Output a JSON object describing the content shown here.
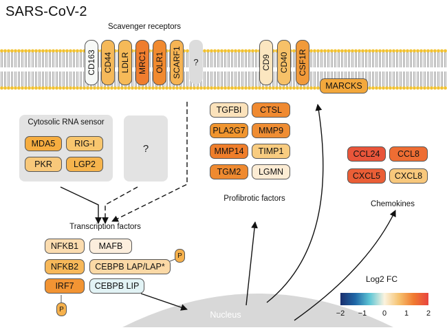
{
  "title": "SARS-CoV-2",
  "scavenger": {
    "heading": "Scavenger receptors",
    "receptors": [
      {
        "label": "CD163",
        "color": "#f7f9f7"
      },
      {
        "label": "CD44",
        "color": "#f5b95a"
      },
      {
        "label": "LDLR",
        "color": "#f6ba58"
      },
      {
        "label": "MRC1",
        "color": "#ef7d2e"
      },
      {
        "label": "OLR1",
        "color": "#f18a2f"
      },
      {
        "label": "SCARF1",
        "color": "#f6b454"
      }
    ],
    "unknown": "?"
  },
  "other_receptors": [
    {
      "label": "CD9",
      "color": "#fbe6c0"
    },
    {
      "label": "CD40",
      "color": "#f7c168"
    },
    {
      "label": "CSF1R",
      "color": "#f19a3a"
    }
  ],
  "marcks": {
    "label": "MARCKS",
    "color": "#f3a83c"
  },
  "cytosolic": {
    "heading": "Cytosolic RNA sensor",
    "items": [
      {
        "label": "MDA5",
        "color": "#f6ad40"
      },
      {
        "label": "RIG-I",
        "color": "#f8c66e"
      },
      {
        "label": "PKR",
        "color": "#f8c87a"
      },
      {
        "label": "LGP2",
        "color": "#f6b44d"
      }
    ],
    "unknown": "?"
  },
  "profibrotic": {
    "heading": "Profibrotic factors",
    "items": [
      {
        "label": "TGFBI",
        "color": "#fbe2bb"
      },
      {
        "label": "CTSL",
        "color": "#f08a31"
      },
      {
        "label": "PLA2G7",
        "color": "#f0952f"
      },
      {
        "label": "MMP9",
        "color": "#ef8d33"
      },
      {
        "label": "MMP14",
        "color": "#ef7e2b"
      },
      {
        "label": "TIMP1",
        "color": "#f8cc80"
      },
      {
        "label": "TGM2",
        "color": "#ef8a30"
      },
      {
        "label": "LGMN",
        "color": "#fcecd4"
      }
    ]
  },
  "chemokines": {
    "heading": "Chemokines",
    "items": [
      {
        "label": "CCL24",
        "color": "#e9553a"
      },
      {
        "label": "CCL8",
        "color": "#ee6d33"
      },
      {
        "label": "CXCL5",
        "color": "#ea5e36"
      },
      {
        "label": "CXCL8",
        "color": "#f8c87c"
      }
    ]
  },
  "transcription": {
    "heading": "Transcription factors",
    "items": [
      {
        "label": "NFKB1",
        "color": "#fbdcaf"
      },
      {
        "label": "MAFB",
        "color": "#fceedd"
      },
      {
        "label": "NFKB2",
        "color": "#f7b85a"
      },
      {
        "label": "CEBPB LAP/LAP*",
        "color": "#fbd9a6"
      },
      {
        "label": "IRF7",
        "color": "#f29433"
      },
      {
        "label": "CEBPB LIP",
        "color": "#e2f3f5"
      }
    ],
    "phospho": "P",
    "phospho_color": "#f6b14c"
  },
  "nucleus": {
    "label": "Nucleus"
  },
  "legend": {
    "title": "Log2 FC",
    "ticks": [
      "−2",
      "−1",
      "0",
      "1",
      "2"
    ],
    "min": -2,
    "max": 2,
    "stops": [
      "#1a2f6e",
      "#1f66a6",
      "#5ec6d6",
      "#fbf3df",
      "#f6c26f",
      "#f07a30",
      "#e8453f"
    ]
  }
}
